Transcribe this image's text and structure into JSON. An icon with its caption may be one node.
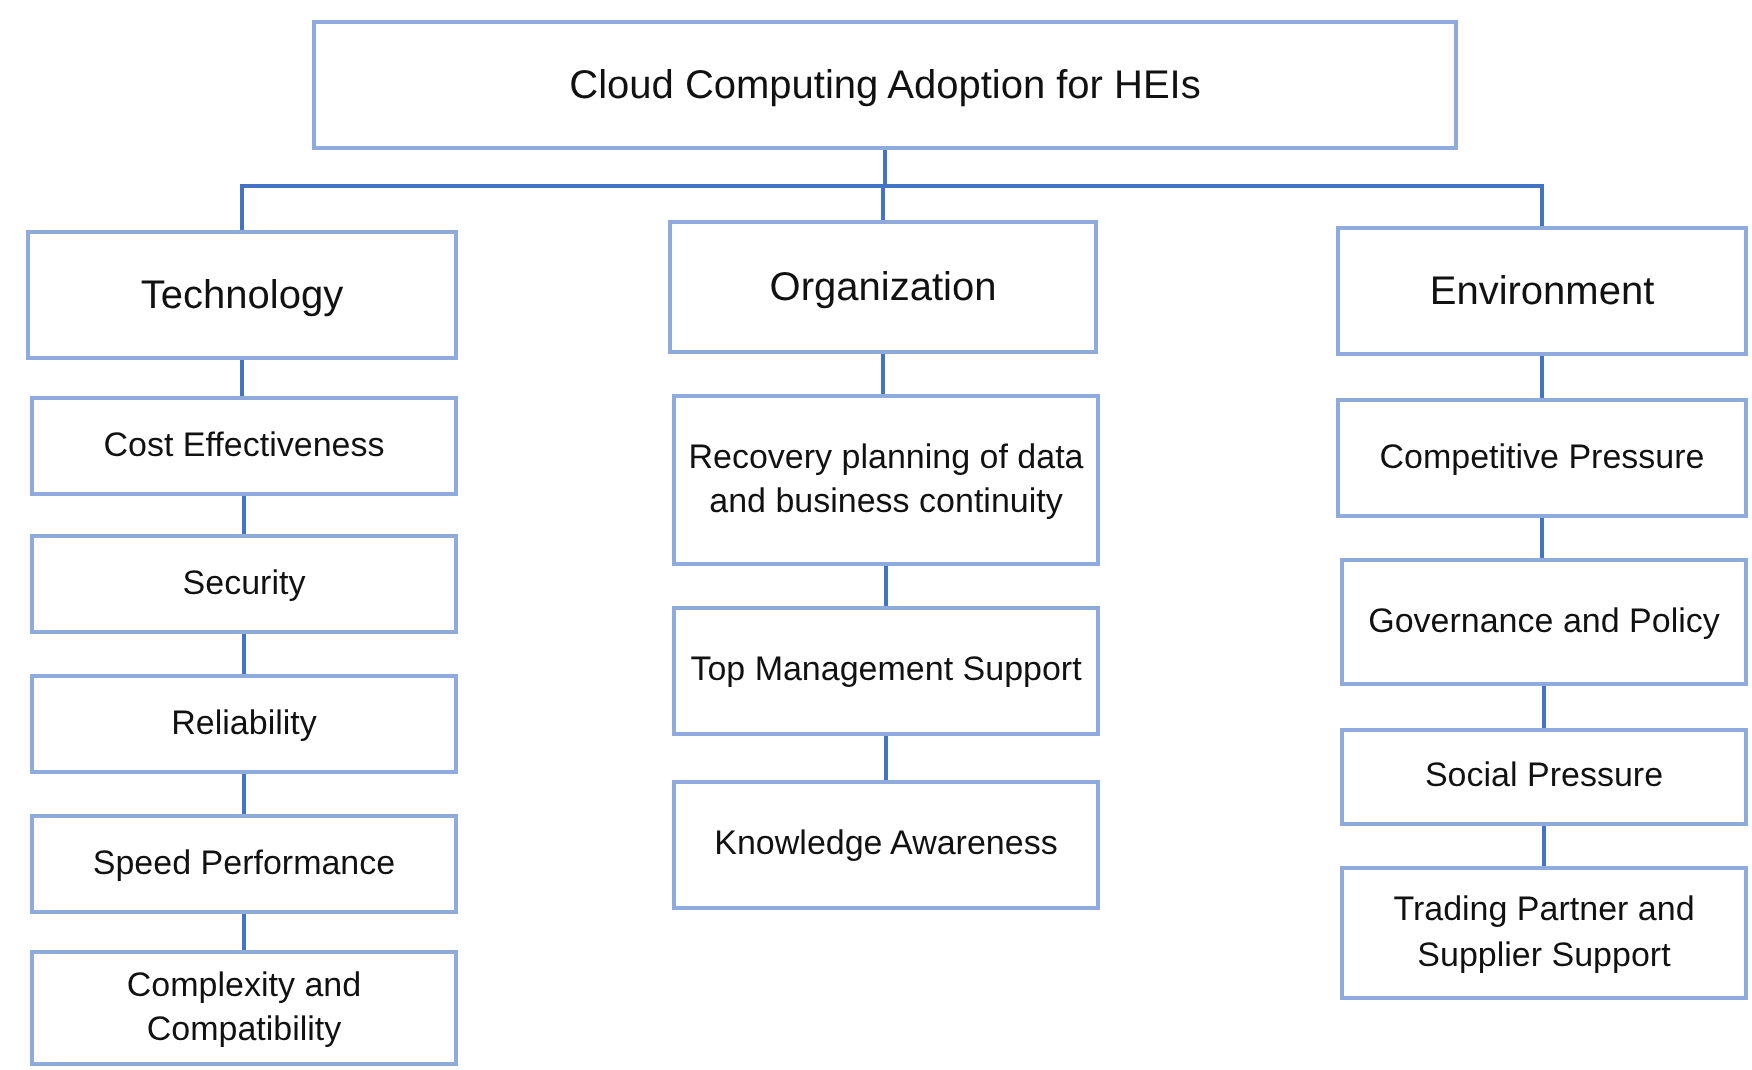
{
  "diagram": {
    "nodes": [
      {
        "text": [
          "Cloud Computing Adoption for HEIs"
        ]
      },
      {
        "text": [
          "Technology"
        ]
      },
      {
        "text": [
          "Cost Effectiveness"
        ]
      },
      {
        "text": [
          "Security"
        ]
      },
      {
        "text": [
          "Reliability"
        ]
      },
      {
        "text": [
          "Speed Performance"
        ]
      },
      {
        "text": [
          "Complexity and Compatibility"
        ]
      },
      {
        "text": [
          "Organization"
        ]
      },
      {
        "text": [
          "Recovery planning of data and business continuity"
        ]
      },
      {
        "text": [
          "Top Management Support"
        ]
      },
      {
        "text": [
          "Knowledge Awareness"
        ]
      },
      {
        "text": [
          "Environment"
        ]
      },
      {
        "text": [
          "Competitive Pressure"
        ]
      },
      {
        "text": [
          "Governance and Policy"
        ]
      },
      {
        "text": [
          "Social Pressure"
        ]
      },
      {
        "text": [
          "Trading Partner and Supplier Support"
        ]
      }
    ],
    "edges": [
      {
        "from": 0,
        "to": 1,
        "arrow": "none"
      },
      {
        "from": 0,
        "to": 7,
        "arrow": "none"
      },
      {
        "from": 0,
        "to": 11,
        "arrow": "none"
      },
      {
        "from": 1,
        "to": 2,
        "arrow": "none"
      },
      {
        "from": 2,
        "to": 3,
        "arrow": "none"
      },
      {
        "from": 3,
        "to": 4,
        "arrow": "none"
      },
      {
        "from": 4,
        "to": 5,
        "arrow": "none"
      },
      {
        "from": 5,
        "to": 6,
        "arrow": "none"
      },
      {
        "from": 7,
        "to": 8,
        "arrow": "none"
      },
      {
        "from": 8,
        "to": 9,
        "arrow": "none"
      },
      {
        "from": 9,
        "to": 10,
        "arrow": "none"
      },
      {
        "from": 11,
        "to": 12,
        "arrow": "none"
      },
      {
        "from": 12,
        "to": 13,
        "arrow": "none"
      },
      {
        "from": 13,
        "to": 14,
        "arrow": "none"
      },
      {
        "from": 14,
        "to": 15,
        "arrow": "none"
      }
    ]
  }
}
